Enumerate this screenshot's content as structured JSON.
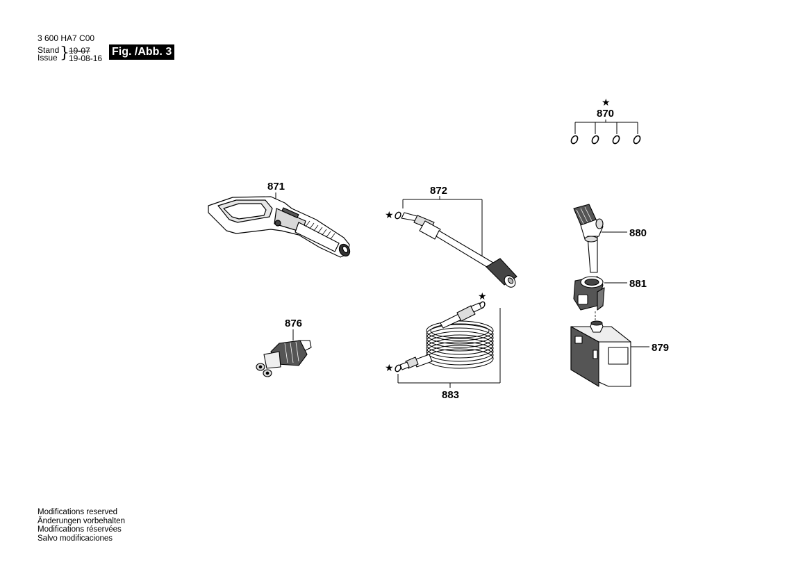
{
  "header": {
    "part_number": "3 600 HA7 C00",
    "stand_label": "Stand",
    "issue_label": "Issue",
    "stand_date": "19-07",
    "issue_date": "19-08-16",
    "figure_label": "Fig. /Abb. 3"
  },
  "parts": {
    "p870": "870",
    "p871": "871",
    "p872": "872",
    "p876": "876",
    "p879": "879",
    "p880": "880",
    "p881": "881",
    "p883": "883"
  },
  "star_symbol": "★",
  "footer": {
    "line1": "Modifications reserved",
    "line2": "Änderungen vorbehalten",
    "line3": "Modifications réservées",
    "line4": "Salvo modificaciones"
  }
}
